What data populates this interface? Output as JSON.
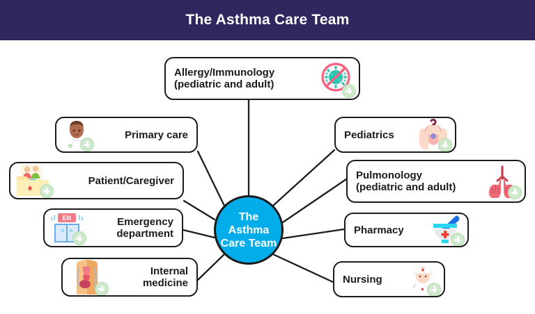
{
  "header": {
    "title": "The Asthma Care Team"
  },
  "hub": {
    "name": "asthma-care-team-hub",
    "lines": [
      "The",
      "Asthma",
      "Care Team"
    ],
    "color": "#02ade9",
    "text_color": "#ffffff"
  },
  "colors": {
    "header_bg": "#32265e",
    "header_text": "#ffffff",
    "hub_fill": "#02ade9",
    "node_border": "#1b1b1b",
    "node_fill": "#ffffff",
    "connector": "#1b1b1b",
    "badge_green": "#cfe9cc"
  },
  "nodes": [
    {
      "id": "allergy",
      "label": "Allergy/Immunology\n(pediatric and adult)",
      "icon": "allergen-blocked-icon",
      "icon_side": "right"
    },
    {
      "id": "primary",
      "label": "Primary care",
      "icon": "doctor-icon",
      "icon_side": "left"
    },
    {
      "id": "patient",
      "label": "Patient/Caregiver",
      "icon": "patient-caregiver-icon",
      "icon_side": "left"
    },
    {
      "id": "emergency",
      "label": "Emergency\ndepartment",
      "icon": "emergency-room-icon",
      "icon_side": "left"
    },
    {
      "id": "internal",
      "label": "Internal\nmedicine",
      "icon": "torso-organs-icon",
      "icon_side": "left"
    },
    {
      "id": "pediatric",
      "label": "Pediatrics",
      "icon": "baby-in-hands-icon",
      "icon_side": "right"
    },
    {
      "id": "pulmo",
      "label": "Pulmonology\n(pediatric and adult)",
      "icon": "lungs-icon",
      "icon_side": "right"
    },
    {
      "id": "pharmacy",
      "label": "Pharmacy",
      "icon": "mortar-pestle-icon",
      "icon_side": "right"
    },
    {
      "id": "nursing",
      "label": "Nursing",
      "icon": "nurse-icon",
      "icon_side": "right"
    }
  ],
  "diagram": {
    "type": "hub-and-spoke",
    "spoke_count": 9,
    "center_label": "The Asthma Care Team"
  }
}
